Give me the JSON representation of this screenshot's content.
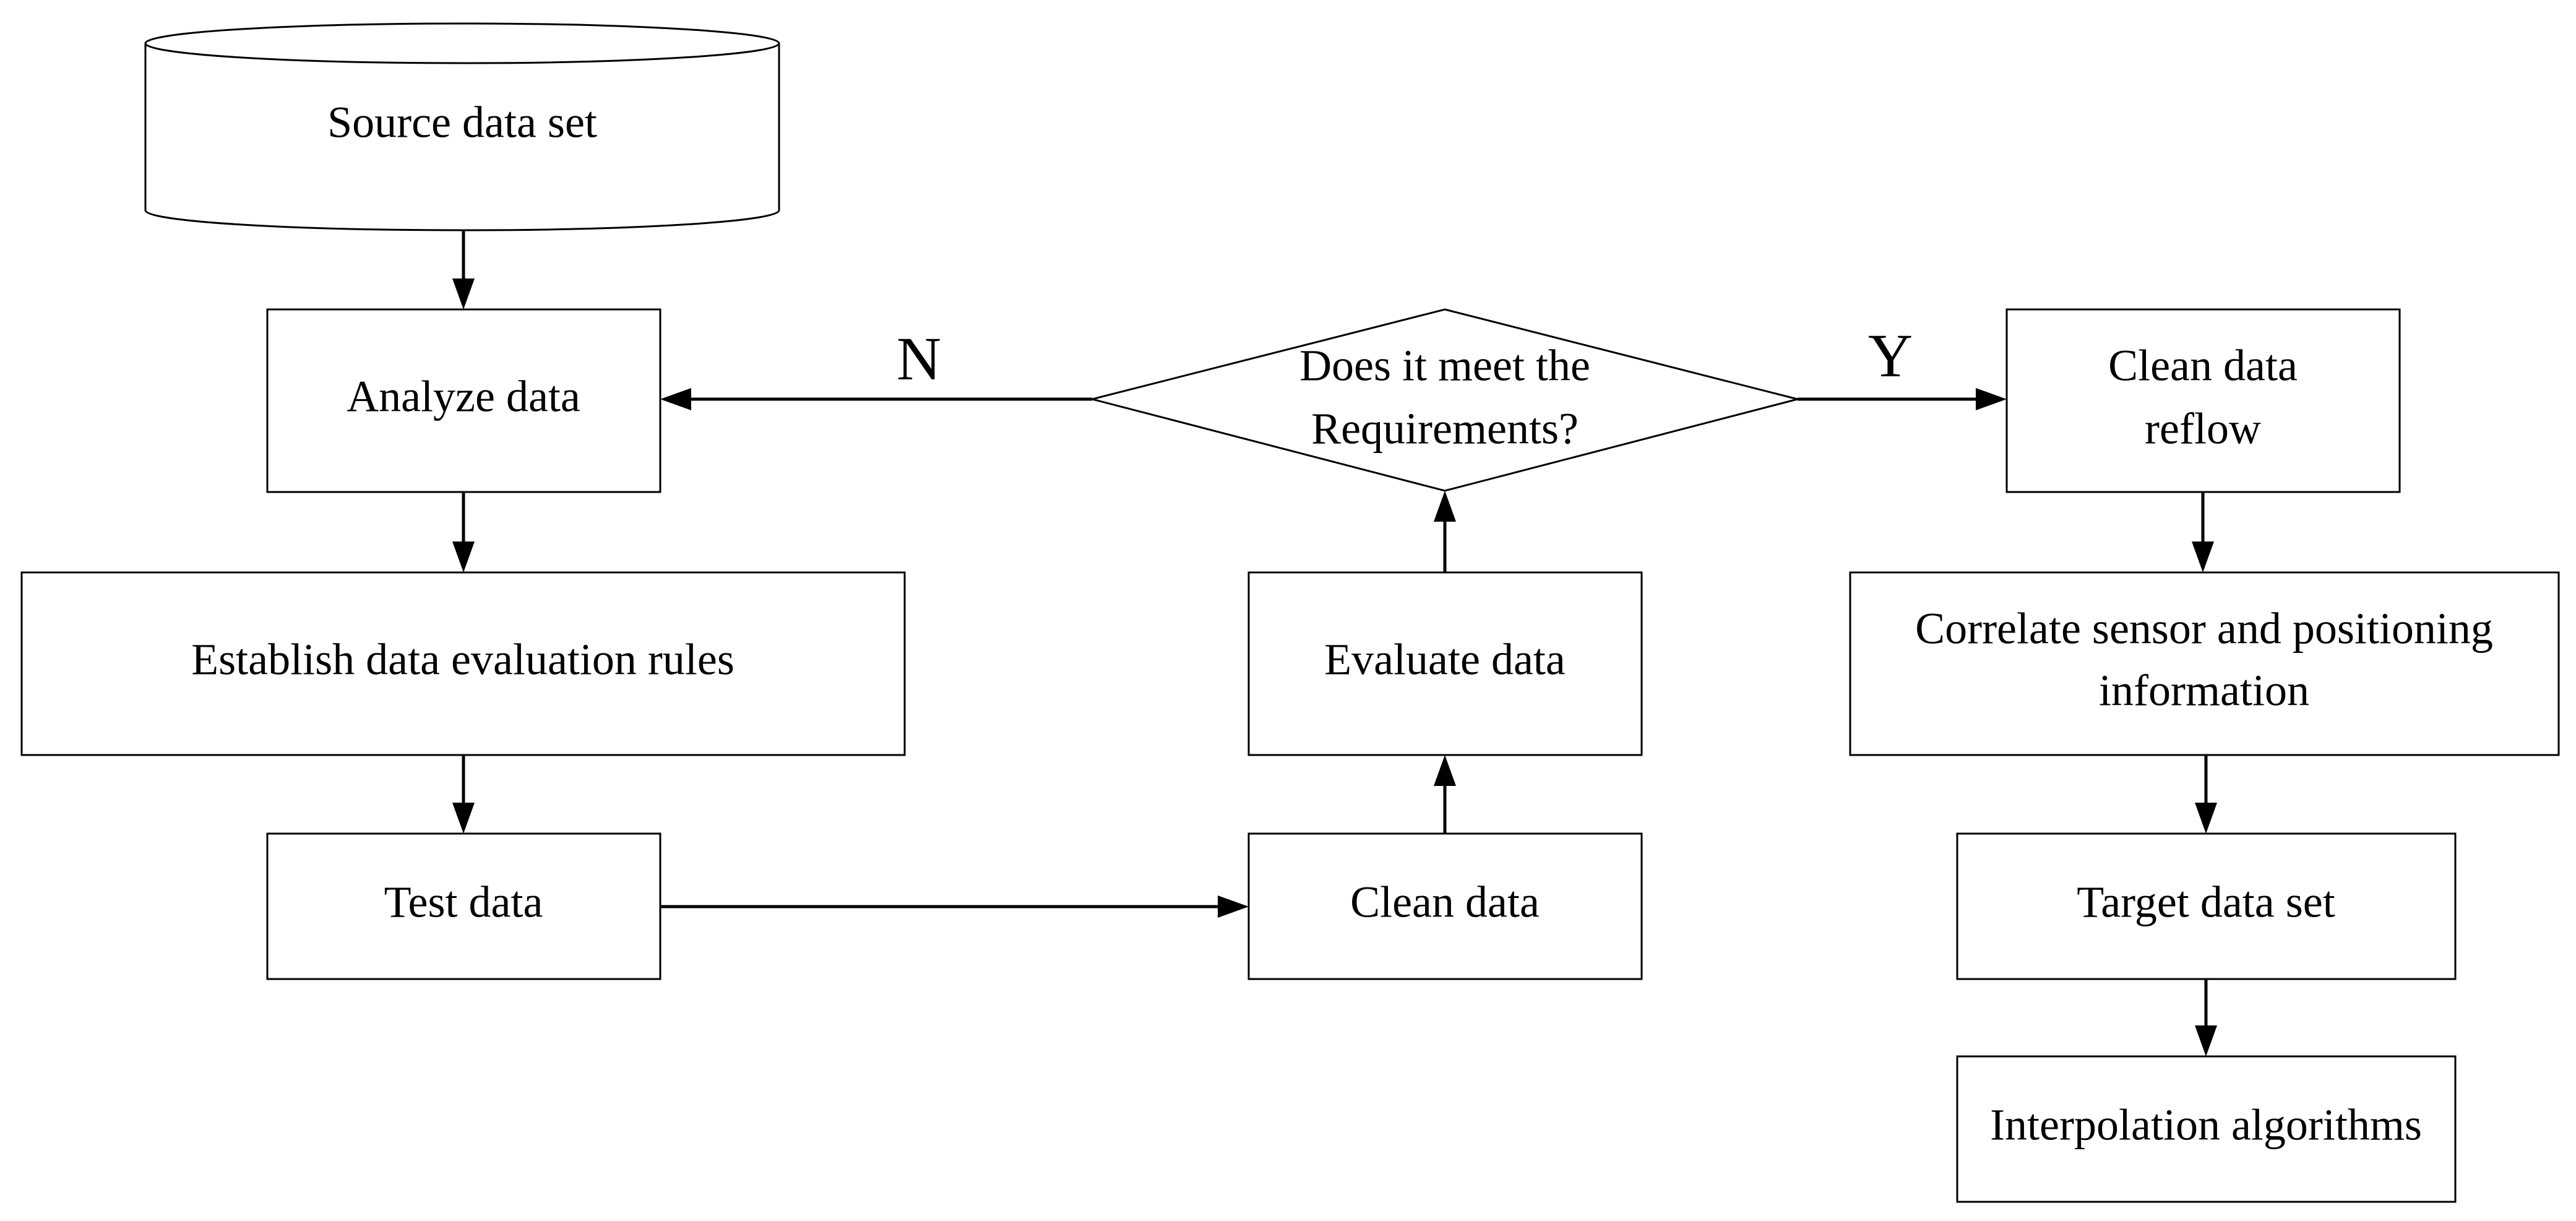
{
  "nodes": {
    "source": "Source data set",
    "analyze": "Analyze data",
    "establish": "Establish data evaluation rules",
    "test": "Test data",
    "clean": "Clean data",
    "evaluate": "Evaluate data",
    "decision": {
      "line1": "Does it meet the",
      "line2": "Requirements?"
    },
    "reflow": {
      "line1": "Clean data",
      "line2": "reflow"
    },
    "correlate": {
      "line1": "Correlate sensor and positioning",
      "line2": "information"
    },
    "target": "Target data set",
    "interpolation": "Interpolation algorithms"
  },
  "branches": {
    "no": "N",
    "yes": "Y"
  }
}
